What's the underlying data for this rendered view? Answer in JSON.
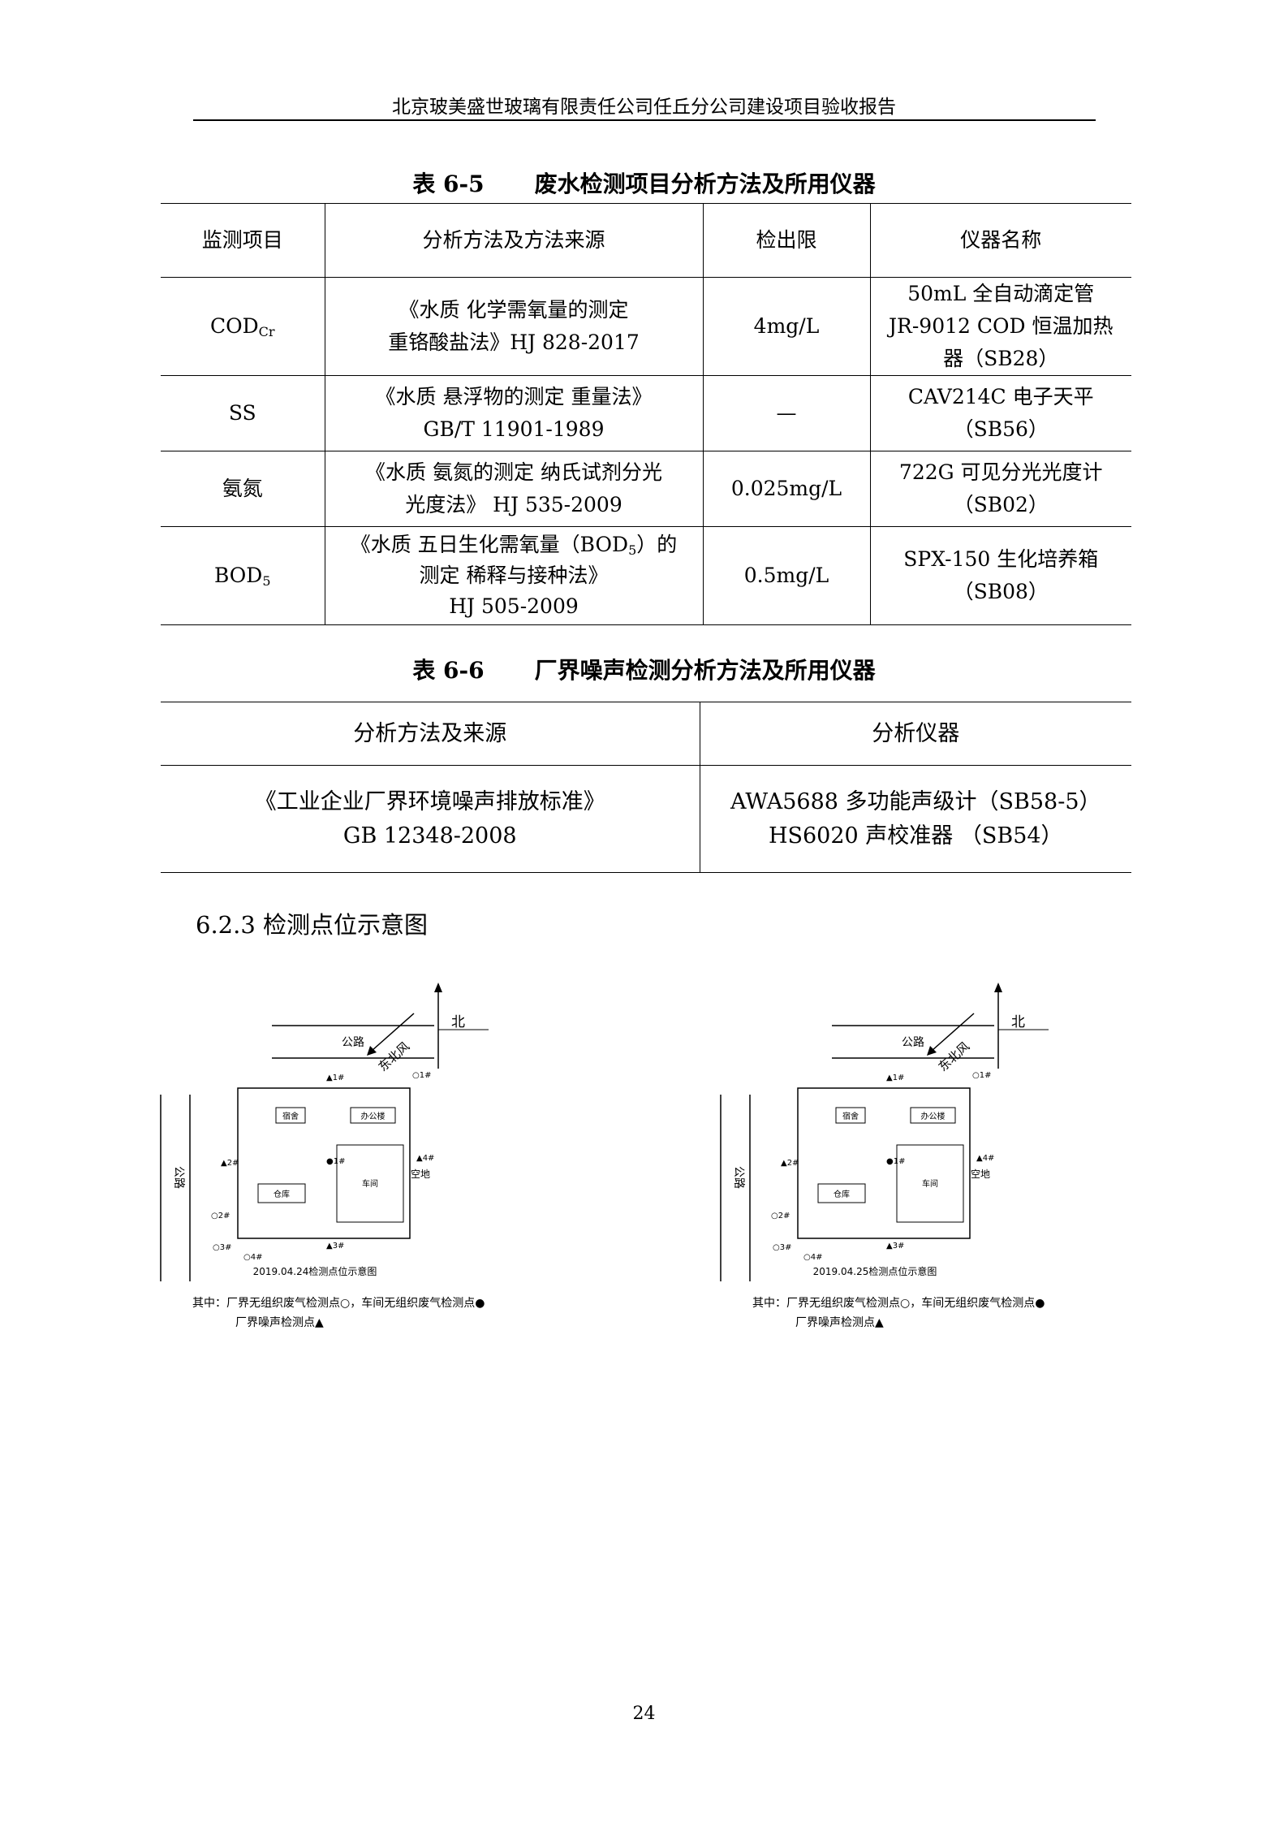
{
  "header": {
    "title": "北京玻美盛世玻璃有限责任公司任丘分公司建设项目验收报告"
  },
  "table_6_5": {
    "caption_num": "表 6-5",
    "caption_title": "废水检测项目分析方法及所用仪器",
    "headers": [
      "监测项目",
      "分析方法及方法来源",
      "检出限",
      "仪器名称"
    ],
    "rows": [
      {
        "item": "COD",
        "item_sub": "Cr",
        "method": [
          "《水质  化学需氧量的测定",
          "重铬酸盐法》HJ 828-2017"
        ],
        "limit": "4mg/L",
        "instrument": [
          "50mL 全自动滴定管",
          "JR-9012 COD 恒温加热",
          "器（SB28）"
        ]
      },
      {
        "item": "SS",
        "item_sub": "",
        "method": [
          "《水质  悬浮物的测定  重量法》",
          "GB/T 11901-1989"
        ],
        "limit": "—",
        "instrument": [
          "CAV214C 电子天平",
          "（SB56）"
        ]
      },
      {
        "item": "氨氮",
        "item_sub": "",
        "method": [
          "《水质  氨氮的测定  纳氏试剂分光",
          "光度法》  HJ 535-2009"
        ],
        "limit": "0.025mg/L",
        "instrument": [
          "722G 可见分光光度计",
          "（SB02）"
        ]
      },
      {
        "item": "BOD",
        "item_sub": "5",
        "method": [
          "《水质  五日生化需氧量（BOD",
          "）的",
          "测定  稀释与接种法》",
          "HJ 505-2009"
        ],
        "method_sub": "5",
        "limit": "0.5mg/L",
        "instrument": [
          "SPX-150 生化培养箱",
          "（SB08）"
        ]
      }
    ]
  },
  "table_6_6": {
    "caption_num": "表 6-6",
    "caption_title": "厂界噪声检测分析方法及所用仪器",
    "headers": [
      "分析方法及来源",
      "分析仪器"
    ],
    "row": {
      "method": [
        "《工业企业厂界环境噪声排放标准》",
        "GB 12348-2008"
      ],
      "instrument": [
        "AWA5688  多功能声级计（SB58-5）",
        "HS6020 声校准器  （SB54）"
      ]
    }
  },
  "section": {
    "heading": "6.2.3  检测点位示意图"
  },
  "diagram_labels": {
    "road": "公路",
    "north": "北",
    "wind": "东北风",
    "dorm": "宿舍",
    "office": "办公楼",
    "workshop": "车间",
    "warehouse": "仓库",
    "open_land": "空地",
    "b1": "●1#",
    "t1": "▲1#",
    "t2": "▲2#",
    "t3": "▲3#",
    "t4": "▲4#",
    "c1": "○1#",
    "c2": "○2#",
    "c3": "○3#",
    "c4": "○4#",
    "legend_line1": "其中：厂界无组织废气检测点○，车间无组织废气检测点●",
    "legend_line2": "厂界噪声检测点▲"
  },
  "diagrams": [
    {
      "caption": "2019.04.24检测点位示意图"
    },
    {
      "caption": "2019.04.25检测点位示意图"
    }
  ],
  "page_number": "24"
}
